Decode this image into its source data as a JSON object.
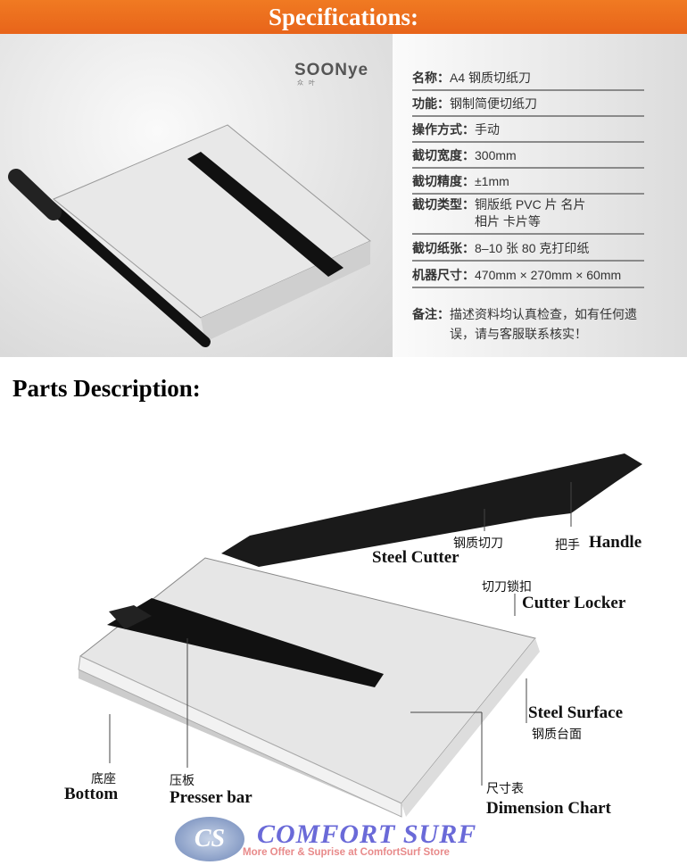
{
  "banner": {
    "title": "Specifications:"
  },
  "logo": {
    "brand": "SOONye",
    "sub": "众叶"
  },
  "specs": [
    {
      "label": "名称：",
      "value": "A4 钢质切纸刀"
    },
    {
      "label": "功能：",
      "value": "钢制简便切纸刀"
    },
    {
      "label": "操作方式：",
      "value": "手动"
    },
    {
      "label": "截切宽度：",
      "value": "300mm"
    },
    {
      "label": "截切精度：",
      "value": "±1mm"
    },
    {
      "label": "截切类型：",
      "value": "铜版纸 PVC 片 名片",
      "value2": "相片 卡片等"
    },
    {
      "label": "截切纸张：",
      "value": "8–10 张 80 克打印纸"
    },
    {
      "label": "机器尺寸：",
      "value": "470mm × 270mm × 60mm"
    }
  ],
  "note": {
    "label": "备注：",
    "line1": "描述资料均认真检查，如有任何遗",
    "line2": "误，请与客服联系核实！"
  },
  "parts": {
    "title": "Parts Description:",
    "cutter": {
      "zh": "钢质切刀",
      "en": "Steel Cutter"
    },
    "handle": {
      "zh": "把手",
      "en": "Handle"
    },
    "locker": {
      "zh": "切刀锁扣",
      "en": "Cutter Locker"
    },
    "surface": {
      "zh": "钢质台面",
      "en": "Steel Surface"
    },
    "bottom": {
      "zh": "底座",
      "en": "Bottom"
    },
    "presser": {
      "zh": "压板",
      "en": "Presser bar"
    },
    "chart": {
      "zh": "尺寸表",
      "en": "Dimension Chart"
    }
  },
  "footer": {
    "brand": "COMFORT SURF",
    "logo": "CS",
    "slogan": "More Offer & Suprise at ComfortSurf Store"
  }
}
